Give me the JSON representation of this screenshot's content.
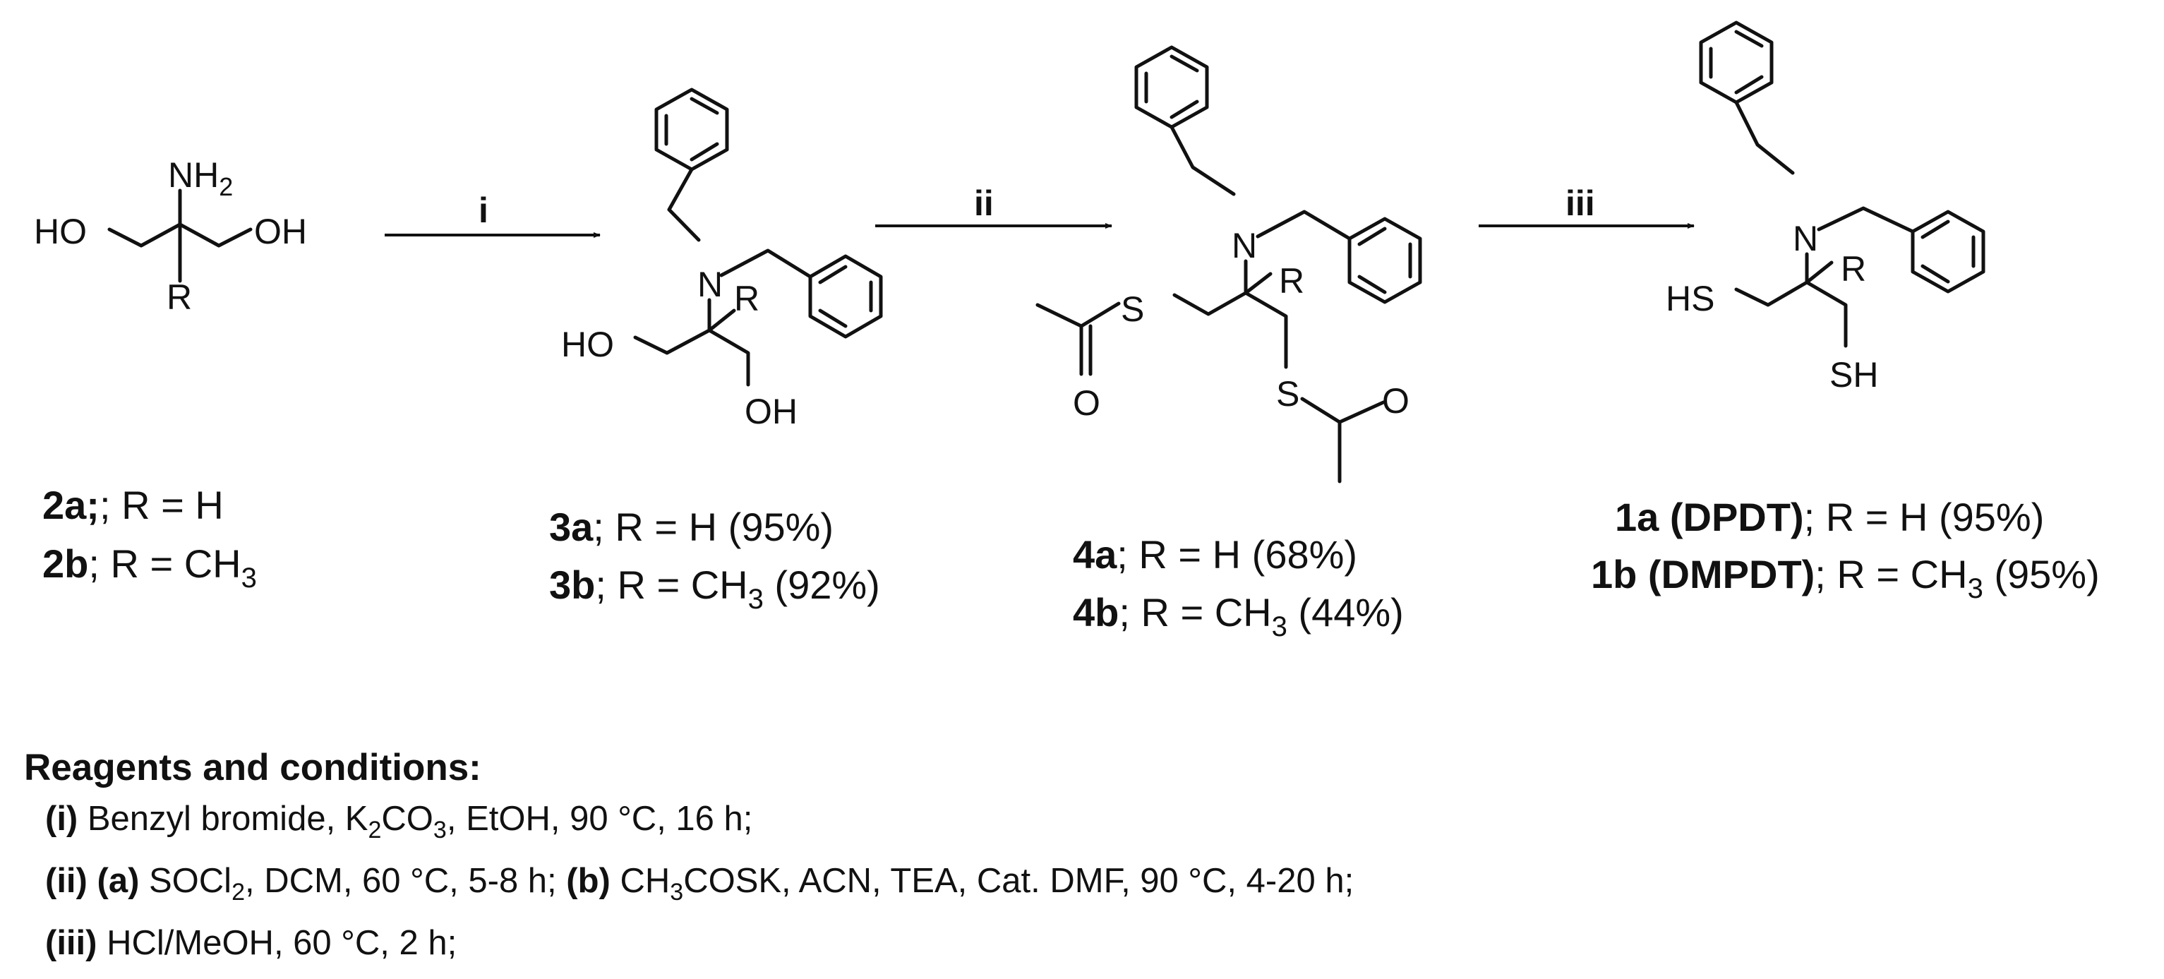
{
  "steps": {
    "i": "i",
    "ii": "ii",
    "iii": "iii"
  },
  "atoms": {
    "nh2": "NH",
    "two": "2",
    "ho": "HO",
    "oh": "OH",
    "r": "R",
    "n": "N",
    "s": "S",
    "o": "O",
    "hs": "HS",
    "sh": "SH"
  },
  "compounds": [
    {
      "id": "2a",
      "text": "; R = H"
    },
    {
      "id": "2b",
      "text_pre": "; R = CH",
      "sub": "3",
      "text_post": ""
    },
    {
      "id": "3a",
      "text": "; R = H (95%)"
    },
    {
      "id": "3b",
      "text_pre": "; R = CH",
      "sub": "3",
      "text_post": " (92%)"
    },
    {
      "id": "4a",
      "text": "; R = H (68%)"
    },
    {
      "id": "4b",
      "text_pre": "; R = CH",
      "sub": "3",
      "text_post": " (44%)"
    },
    {
      "id": "1a (DPDT)",
      "text": "; R = H (95%)"
    },
    {
      "id": "1b (DMPDT)",
      "text_pre": "; R = CH",
      "sub": "3",
      "text_post": " (95%)"
    }
  ],
  "conditions": {
    "heading": "Reagents and conditions:",
    "i": {
      "tag": "(i)",
      "pre": " Benzyl bromide, K",
      "s1": "2",
      "mid": "CO",
      "s2": "3",
      "post": ", EtOH, 90 °C, 16 h;"
    },
    "ii": {
      "tag": "(ii)",
      "a_tag": "(a)",
      "a_pre": " SOCl",
      "a_s": "2",
      "a_post": ", DCM, 60 °C, 5-8 h; ",
      "b_tag": "(b)",
      "b_pre": " CH",
      "b_s": "3",
      "b_post": "COSK, ACN, TEA, Cat. DMF,  90 °C, 4-20 h;"
    },
    "iii": {
      "tag": "(iii)",
      "post": " HCl/MeOH, 60 °C, 2 h;"
    }
  }
}
